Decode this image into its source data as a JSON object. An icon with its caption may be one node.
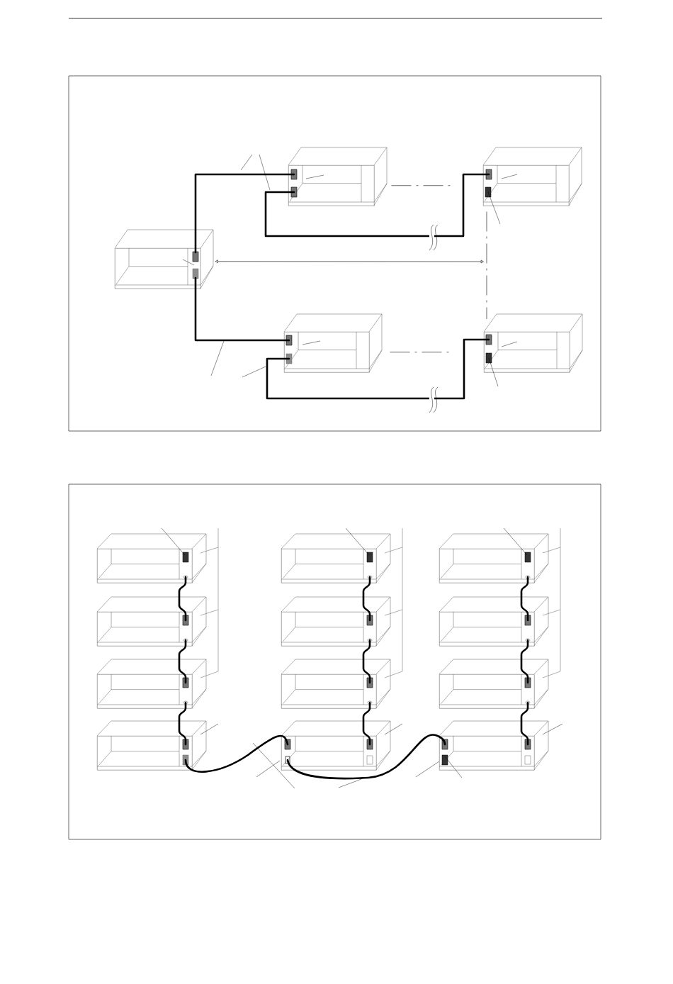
{
  "diagram": {
    "nodes": [
      {
        "text": [],
        "shape": "box"
      },
      {
        "text": [],
        "shape": "box"
      },
      {
        "text": [],
        "shape": "box"
      },
      {
        "text": [],
        "shape": "box"
      },
      {
        "text": [],
        "shape": "box"
      },
      {
        "text": [],
        "shape": "box"
      },
      {
        "text": [],
        "shape": "box"
      },
      {
        "text": [],
        "shape": "box"
      },
      {
        "text": [],
        "shape": "box"
      },
      {
        "text": [],
        "shape": "box"
      },
      {
        "text": [],
        "shape": "box"
      },
      {
        "text": [],
        "shape": "box"
      },
      {
        "text": [],
        "shape": "box"
      },
      {
        "text": [],
        "shape": "box"
      },
      {
        "text": [],
        "shape": "box"
      },
      {
        "text": [],
        "shape": "box"
      },
      {
        "text": [],
        "shape": "box"
      }
    ],
    "edges": [
      {
        "from": 0,
        "to": 1,
        "arrow": "none"
      },
      {
        "from": 1,
        "to": 2,
        "arrow": "none"
      },
      {
        "from": 0,
        "to": 3,
        "arrow": "none"
      },
      {
        "from": 3,
        "to": 4,
        "arrow": "none"
      },
      {
        "from": 1,
        "to": 2,
        "arrow": "none",
        "style": "dashed"
      },
      {
        "from": 3,
        "to": 4,
        "arrow": "none",
        "style": "dashed"
      },
      {
        "from": 2,
        "to": 4,
        "arrow": "none",
        "style": "dashed"
      },
      {
        "from": 0,
        "to": null,
        "arrow": "both"
      },
      {
        "from": 5,
        "to": 6,
        "arrow": "none"
      },
      {
        "from": 6,
        "to": 7,
        "arrow": "none"
      },
      {
        "from": 7,
        "to": 8,
        "arrow": "none"
      },
      {
        "from": 9,
        "to": 10,
        "arrow": "none"
      },
      {
        "from": 10,
        "to": 11,
        "arrow": "none"
      },
      {
        "from": 11,
        "to": 12,
        "arrow": "none"
      },
      {
        "from": 13,
        "to": 14,
        "arrow": "none"
      },
      {
        "from": 14,
        "to": 15,
        "arrow": "none"
      },
      {
        "from": 15,
        "to": 16,
        "arrow": "none"
      },
      {
        "from": 8,
        "to": 12,
        "arrow": "none"
      },
      {
        "from": 12,
        "to": 16,
        "arrow": "none"
      },
      {
        "from": 2,
        "to": null,
        "arrow": "none"
      },
      {
        "from": 4,
        "to": null,
        "arrow": "none"
      },
      {
        "from": 5,
        "to": null,
        "arrow": "none"
      },
      {
        "from": 9,
        "to": null,
        "arrow": "none"
      },
      {
        "from": 13,
        "to": null,
        "arrow": "none"
      },
      {
        "from": 12,
        "to": null,
        "arrow": "none"
      },
      {
        "from": 16,
        "to": null,
        "arrow": "none"
      },
      {
        "from": 16,
        "to": null,
        "arrow": "none"
      },
      {
        "from": 12,
        "to": null,
        "arrow": "none"
      },
      {
        "from": 8,
        "to": null,
        "arrow": "none"
      },
      {
        "from": 12,
        "to": null,
        "arrow": "none"
      },
      {
        "from": 16,
        "to": null,
        "arrow": "none"
      },
      {
        "from": 1,
        "to": null,
        "arrow": "none"
      },
      {
        "from": 2,
        "to": null,
        "arrow": "none"
      },
      {
        "from": 3,
        "to": null,
        "arrow": "none"
      },
      {
        "from": 4,
        "to": null,
        "arrow": "none"
      },
      {
        "from": 0,
        "to": null,
        "arrow": "none"
      }
    ]
  }
}
